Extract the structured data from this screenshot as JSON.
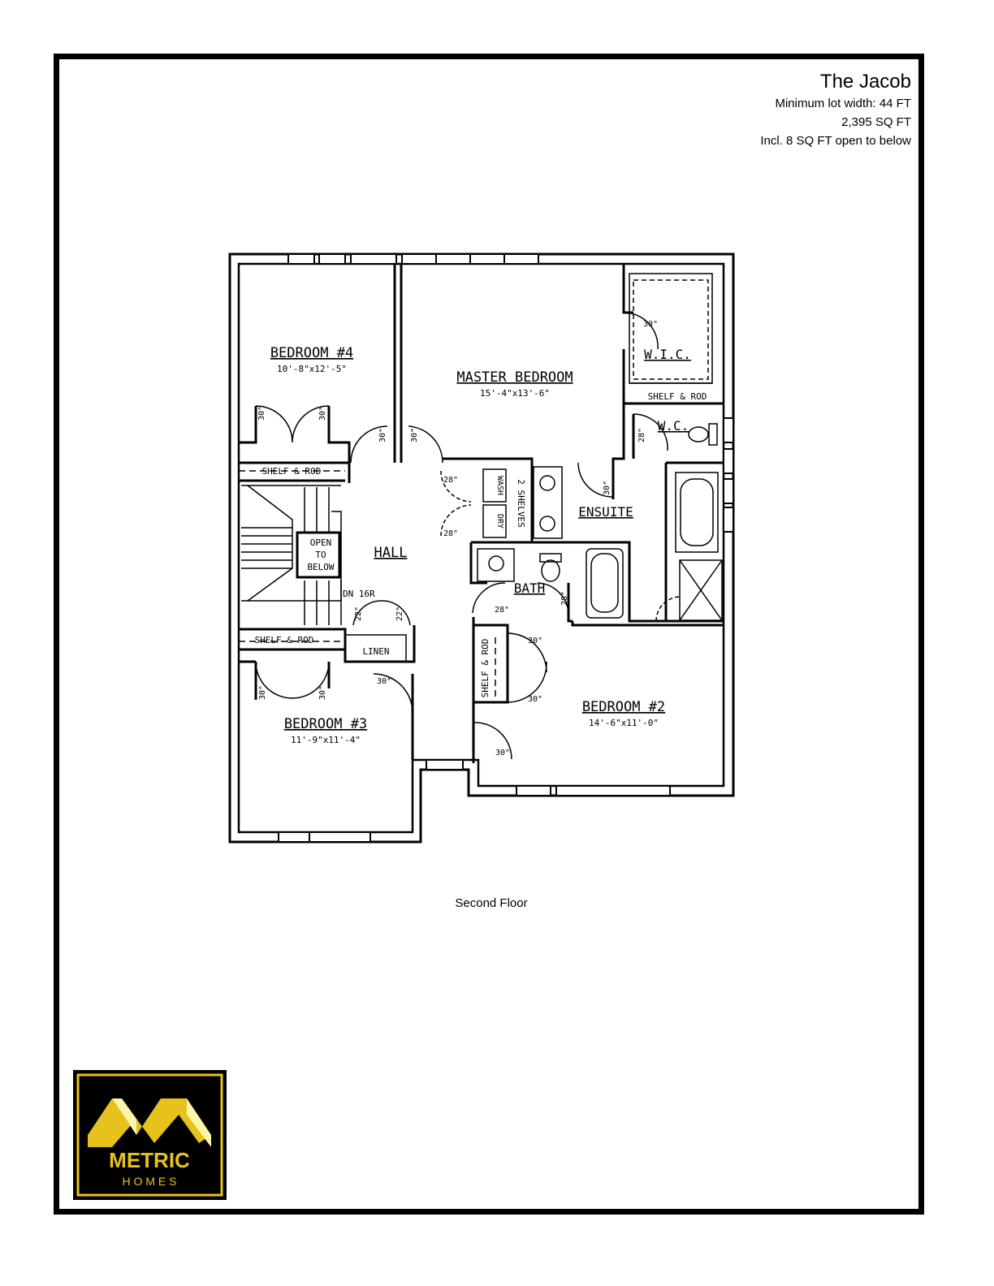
{
  "header": {
    "title": "The Jacob",
    "lot_width": "Minimum lot width: 44 FT",
    "area": "2,395 SQ FT",
    "open_note": "Incl. 8 SQ FT open to below"
  },
  "rooms": {
    "bedroom4": {
      "name": "BEDROOM #4",
      "size": "10'-8\"x12'-5\""
    },
    "master": {
      "name": "MASTER BEDROOM",
      "size": "15'-4\"x13'-6\""
    },
    "bedroom3": {
      "name": "BEDROOM #3",
      "size": "11'-9\"x11'-4\""
    },
    "bedroom2": {
      "name": "BEDROOM #2",
      "size": "14'-6\"x11'-0\""
    },
    "wic": "W.I.C.",
    "wc": "W.C.",
    "ensuite": "ENSUITE",
    "hall": "HALL",
    "bath": "BATH",
    "linen": "LINEN"
  },
  "labels": {
    "shelf_rod": "SHELF & ROD",
    "wash": "WASH",
    "dry": "DRY",
    "two_shelves": "2 SHELVES",
    "open1": "OPEN",
    "open2": "TO",
    "open3": "BELOW",
    "stairs": "DN 16R"
  },
  "doors": {
    "d30": "30\"",
    "d28": "28\"",
    "d22": "22\""
  },
  "caption": "Second Floor",
  "logo": {
    "brand": "METRIC",
    "sub": "H O M E S",
    "accent": "#e8c21c"
  }
}
